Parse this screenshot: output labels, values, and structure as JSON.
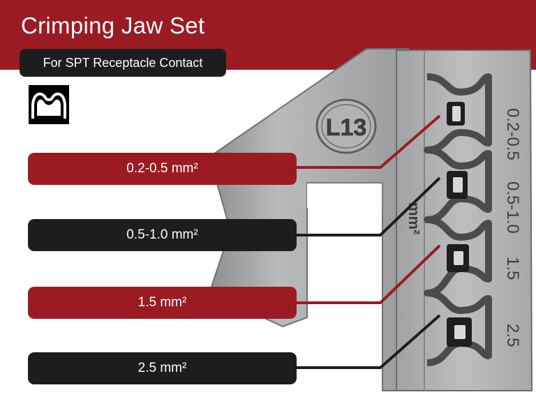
{
  "header": {
    "title": "Crimping Jaw Set",
    "subtitle": "For SPT Receptacle Contact"
  },
  "jaw": {
    "model_mark": "L13",
    "die_markings": [
      "0.2-0.5",
      "0.5-1.0",
      "1.5",
      "2.5"
    ],
    "unit_mark": "mm²"
  },
  "wire_sizes": [
    {
      "label": "0.2-0.5 mm²",
      "color": "#9b1b22"
    },
    {
      "label": "0.5-1.0 mm²",
      "color": "#1d1d1d"
    },
    {
      "label": "1.5 mm²",
      "color": "#9b1b22"
    },
    {
      "label": "2.5 mm²",
      "color": "#1d1d1d"
    }
  ],
  "icons": {
    "crimp_profile": "crimp-profile-icon"
  },
  "colors": {
    "accent_red": "#9b1b22",
    "dark": "#1d1d1d",
    "steel": "#a7a8aa"
  }
}
